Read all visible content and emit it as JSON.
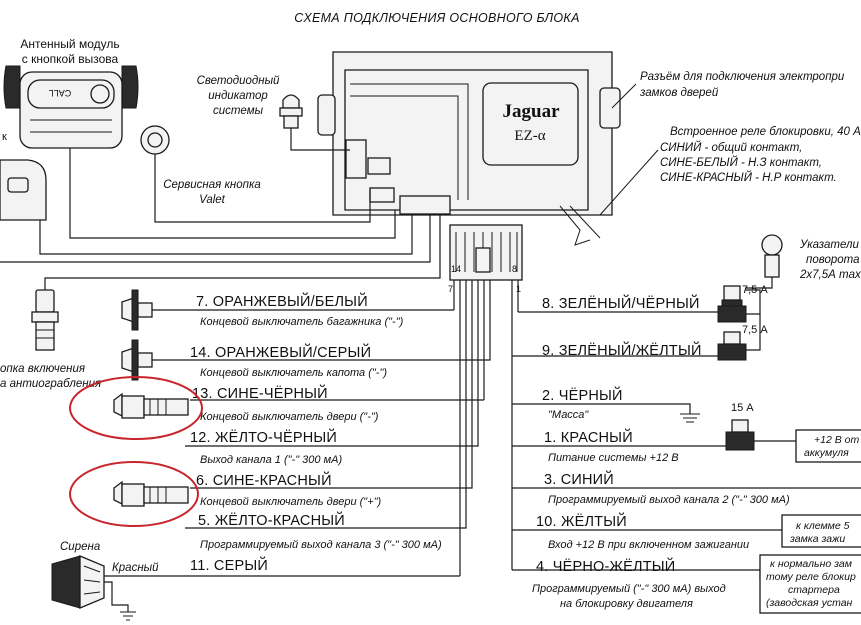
{
  "title": "СХЕМА ПОДКЛЮЧЕНИЯ ОСНОВНОГО БЛОКА",
  "antenna": {
    "line1": "Антенный модуль",
    "line2": "с кнопкой вызова",
    "button": "CALL"
  },
  "led": {
    "line1": "Светодиодный",
    "line2": "индикатор",
    "line3": "системы"
  },
  "valet": {
    "line1": "Сервисная кнопка",
    "line2": "Valet"
  },
  "antihijack": {
    "line1": "опка включения",
    "line2": "а антиограбления"
  },
  "unit": {
    "brand": "Jaguar",
    "model": "EZ-α"
  },
  "connector": {
    "left_pin": "14",
    "right_pin": "8",
    "left_side": "7",
    "right_side": "1"
  },
  "door_lock_note": {
    "line1": "Разъём для подключения электропри",
    "line2": "замков дверей"
  },
  "relay_note": {
    "line1": "Встроенное реле блокировки, 40 А",
    "line2": "СИНИЙ - общий контакт,",
    "line3": "СИНЕ-БЕЛЫЙ - Н.З контакт,",
    "line4": "СИНЕ-КРАСНЫЙ - Н.Р контакт."
  },
  "turn_signal": {
    "line1": "Указатели",
    "line2": "поворота",
    "line3": "2х7,5А max"
  },
  "fuses": {
    "f1": "7,5 А",
    "f2": "7,5 А",
    "f3": "15 А"
  },
  "left_wires": [
    {
      "label": "7. ОРАНЖЕВЫЙ/БЕЛЫЙ",
      "desc": "Концевой выключатель багажника (\"-\")"
    },
    {
      "label": "14. ОРАНЖЕВЫЙ/СЕРЫЙ",
      "desc": "Концевой выключатель капота (\"-\")"
    },
    {
      "label": "13. СИНЕ-ЧЁРНЫЙ",
      "desc": "Концевой выключатель двери (\"-\")"
    },
    {
      "label": "12. ЖЁЛТО-ЧЁРНЫЙ",
      "desc": "Выход канала 1 (\"-\" 300 мА)"
    },
    {
      "label": "6. СИНЕ-КРАСНЫЙ",
      "desc": "Концевой выключатель двери (\"+\")"
    },
    {
      "label": "5. ЖЁЛТО-КРАСНЫЙ",
      "desc": "Программируемый выход канала 3 (\"-\" 300 мА)"
    },
    {
      "label": "11. СЕРЫЙ",
      "desc": ""
    }
  ],
  "right_wires": [
    {
      "label": "8. ЗЕЛЁНЫЙ/ЧЁРНЫЙ",
      "desc": ""
    },
    {
      "label": "9. ЗЕЛЁНЫЙ/ЖЁЛТЫЙ",
      "desc": ""
    },
    {
      "label": "2. ЧЁРНЫЙ",
      "desc": "\"Масса\""
    },
    {
      "label": "1. КРАСНЫЙ",
      "desc": "Питание системы +12 В"
    },
    {
      "label": "3. СИНИЙ",
      "desc": "Программируемый выход канала 2 (\"-\" 300 мА)"
    },
    {
      "label": "10. ЖЁЛТЫЙ",
      "desc": "Вход +12 В при включенном зажигании"
    },
    {
      "label": "4. ЧЁРНО-ЖЁЛТЫЙ",
      "desc": "Программируемый (\"-\"  300 мА) выход",
      "desc2": "на блокировку двигателя"
    }
  ],
  "battery_box": {
    "line1": "+12 В от",
    "line2": "аккумуля"
  },
  "ignition_box": {
    "line1": "к клемме 5",
    "line2": "замка зажи"
  },
  "starter_box": {
    "line1": "к нормально зам",
    "line2": "тому реле блокир",
    "line3": "стартера",
    "line4": "(заводская устан"
  },
  "siren": {
    "label": "Сирена",
    "wire": "Красный"
  },
  "colors": {
    "highlight": "#c8262c",
    "line": "#1a1a1a"
  }
}
